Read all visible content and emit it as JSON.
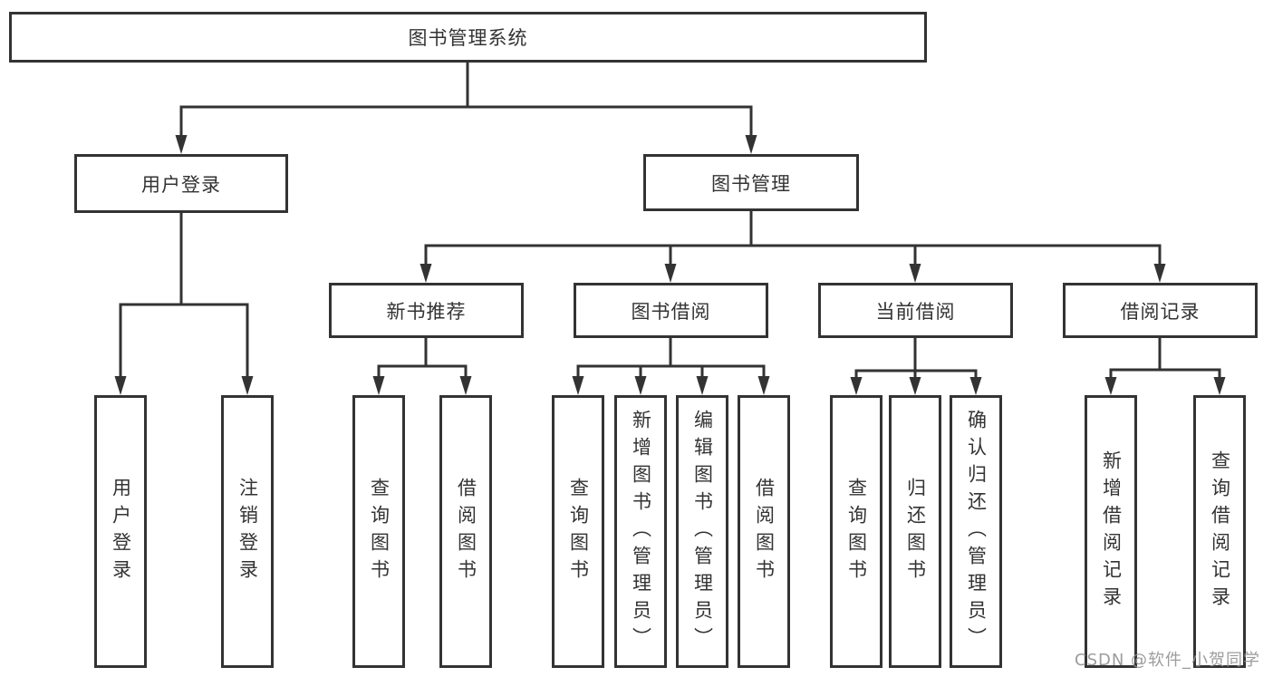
{
  "diagram": {
    "root": {
      "label": "图书管理系统"
    },
    "user_login": {
      "label": "用户登录",
      "children": [
        {
          "label": "用户登录"
        },
        {
          "label": "注销登录"
        }
      ]
    },
    "book_management": {
      "label": "图书管理",
      "modules": [
        {
          "label": "新书推荐",
          "children": [
            {
              "label": "查询图书"
            },
            {
              "label": "借阅图书"
            }
          ]
        },
        {
          "label": "图书借阅",
          "children": [
            {
              "label": "查询图书"
            },
            {
              "label": "新增图书（管理员）"
            },
            {
              "label": "编辑图书（管理员）"
            },
            {
              "label": "借阅图书"
            }
          ]
        },
        {
          "label": "当前借阅",
          "children": [
            {
              "label": "查询图书"
            },
            {
              "label": "归还图书"
            },
            {
              "label": "确认归还（管理员）"
            }
          ]
        },
        {
          "label": "借阅记录",
          "children": [
            {
              "label": "新增借阅记录"
            },
            {
              "label": "查询借阅记录"
            }
          ]
        }
      ]
    }
  },
  "watermark": {
    "text": "CSDN @软件_小贺同学"
  },
  "colors": {
    "line": "#333333",
    "text": "#333333",
    "background": "#ffffff",
    "watermark": "#919191"
  }
}
